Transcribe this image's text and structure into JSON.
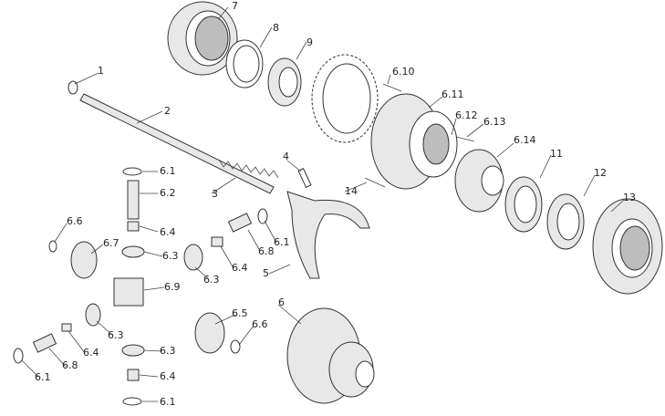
{
  "diagram": {
    "labels": {
      "p1": "1",
      "p2": "2",
      "p3": "3",
      "p4": "4",
      "p5": "5",
      "p6": "6",
      "p6_1_top": "6.1",
      "p6_1_right": "6.1",
      "p6_1_left": "6.1",
      "p6_1_bottom": "6.1",
      "p6_2": "6.2",
      "p6_3_top": "6.3",
      "p6_3_right": "6.3",
      "p6_3_left": "6.3",
      "p6_3_bottom": "6.3",
      "p6_4_top": "6.4",
      "p6_4_right": "6.4",
      "p6_4_left": "6.4",
      "p6_4_bottom": "6.4",
      "p6_5": "6.5",
      "p6_6_left": "6.6",
      "p6_6_right": "6.6",
      "p6_7": "6.7",
      "p6_8_right": "6.8",
      "p6_8_left": "6.8",
      "p6_9": "6.9",
      "p6_10": "6.10",
      "p6_11": "6.11",
      "p6_12": "6.12",
      "p6_13": "6.13",
      "p6_14": "6.14",
      "p7": "7",
      "p8": "8",
      "p9": "9",
      "p11": "11",
      "p12": "12",
      "p13": "13",
      "p14": "14"
    }
  }
}
